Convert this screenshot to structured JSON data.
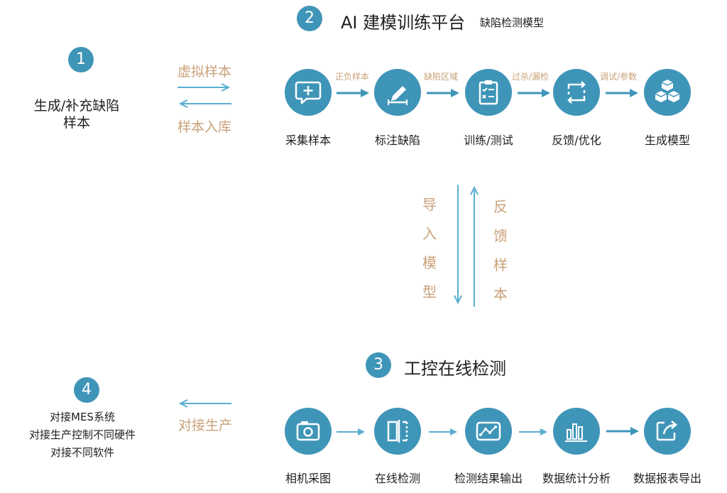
{
  "sections": {
    "one": {
      "number": "1",
      "lines": [
        "生成/补充缺陷",
        "样本"
      ]
    },
    "two": {
      "number": "2",
      "title": "AI 建模训练平台",
      "subtitle": "缺陷检测模型",
      "steps": [
        {
          "label": "采集样本",
          "icon": "chat-plus-icon"
        },
        {
          "label": "标注缺陷",
          "icon": "pen-mark-icon"
        },
        {
          "label": "训练/测试",
          "icon": "clipboard-check-icon"
        },
        {
          "label": "反馈/优化",
          "icon": "cycle-arrows-icon"
        },
        {
          "label": "生成模型",
          "icon": "cubes-icon"
        }
      ],
      "arrow_labels": [
        "正负样本",
        "缺陷区域",
        "过杀/漏检",
        "调试/参数"
      ]
    },
    "three": {
      "number": "3",
      "title": "工控在线检测",
      "steps": [
        {
          "label": "相机采图",
          "icon": "camera-icon"
        },
        {
          "label": "在线检测",
          "icon": "scan-frame-icon"
        },
        {
          "label": "检测结果输出",
          "icon": "line-graph-icon"
        },
        {
          "label": "数据统计分析",
          "icon": "bar-chart-icon"
        },
        {
          "label": "数据报表导出",
          "icon": "export-icon"
        }
      ]
    },
    "four": {
      "number": "4",
      "lines": [
        "对接MES系统",
        "对接生产控制不同硬件",
        "对接不同软件"
      ]
    }
  },
  "links": {
    "virtual_samples": "虚拟样本",
    "samples_to_library": "样本入库",
    "import_model": [
      "导",
      "入",
      "模",
      "型"
    ],
    "feedback_samples": [
      "反",
      "馈",
      "样",
      "本"
    ],
    "connect_production": "对接生产"
  },
  "colors": {
    "accent": "#3f95b8",
    "arrow": "#5aaed1",
    "label": "#c9a27a"
  }
}
